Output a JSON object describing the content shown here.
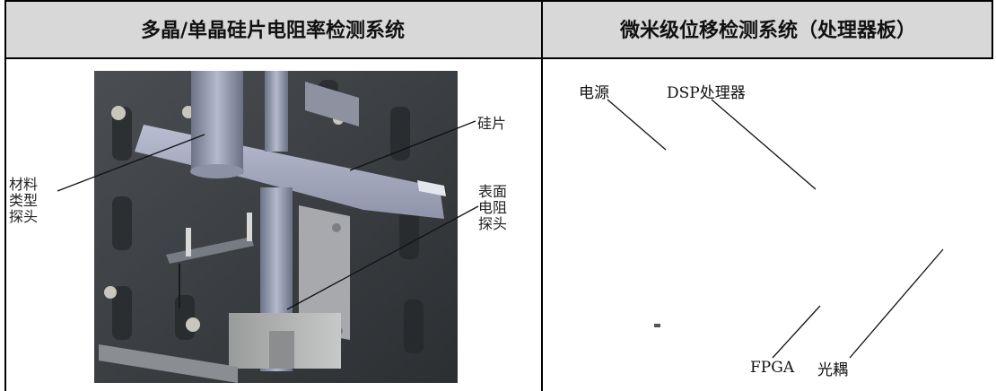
{
  "header": {
    "left_title": "多晶/单晶硅片电阻率检测系统",
    "right_title": "微米级位移检测系统（处理器板）"
  },
  "left_panel": {
    "labels": {
      "wafer": "硅片",
      "material_probe_1": "材料",
      "material_probe_2": "类型",
      "material_probe_3": "探头",
      "surface_probe_1": "表面",
      "surface_probe_2": "电阻",
      "surface_probe_3": "探头"
    }
  },
  "right_panel": {
    "labels": {
      "power": "电源",
      "dsp": "DSP处理器",
      "fpga": "FPGA",
      "optocoupler": "光耦"
    }
  }
}
